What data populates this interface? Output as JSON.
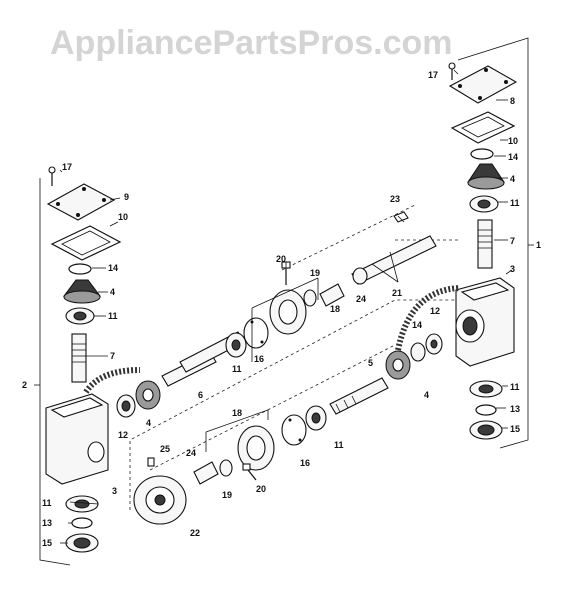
{
  "watermark": "AppliancePartsPros.com",
  "callouts": {
    "n1": "1",
    "n2": "2",
    "n3": "3",
    "n4": "4",
    "n5": "5",
    "n6": "6",
    "n7": "7",
    "n8": "8",
    "n9": "9",
    "n10": "10",
    "n11": "11",
    "n12": "12",
    "n13": "13",
    "n14": "14",
    "n15": "15",
    "n16": "16",
    "n17": "17",
    "n18": "18",
    "n19": "19",
    "n20": "20",
    "n21": "21",
    "n22": "22",
    "n23": "23",
    "n24": "24",
    "n25": "25"
  }
}
